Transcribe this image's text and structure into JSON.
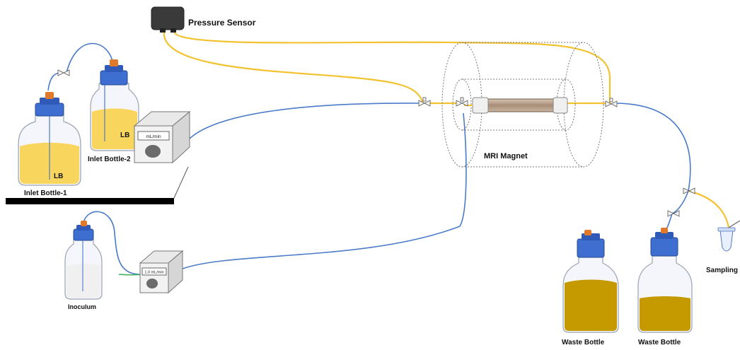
{
  "labels": {
    "pressure_sensor": "Pressure Sensor",
    "mri_magnet": "MRI Magnet",
    "inlet_bottle_1": "Inlet Bottle-1",
    "inlet_bottle_2": "Inlet Bottle-2",
    "inoculum": "Inoculum",
    "waste_bottle_1": "Waste Bottle",
    "waste_bottle_2": "Waste Bottle",
    "sampling": "Sampling"
  },
  "bottle_labels": {
    "inlet_1": "LB",
    "inlet_2": "LB"
  },
  "pumps": {
    "pump_1_display": "mL/min",
    "pump_2_display": "1.0 mL/min"
  },
  "colors": {
    "gas_line": "#F2C230",
    "liquid_line": "#4A7BC8",
    "pump_line": "#3CB35A",
    "lb_medium": "#F8D55C",
    "waste_fill": "#C49A00",
    "cap_blue": "#3E6FD0",
    "cap_orange": "#E07A2A",
    "sensor_body": "#3A3A3A",
    "column_fill": "#B9A08C"
  }
}
